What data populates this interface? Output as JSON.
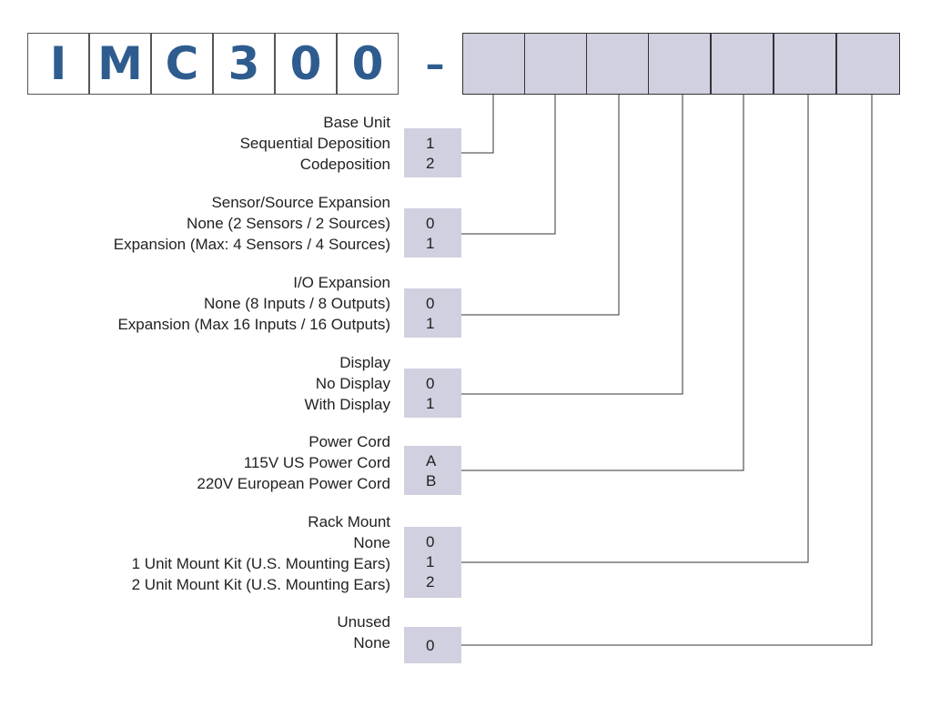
{
  "model": {
    "prefix": [
      "I",
      "M",
      "C",
      "3",
      "0",
      "0"
    ],
    "separator": "–"
  },
  "groups": [
    {
      "title": "Base Unit",
      "options": [
        {
          "label": "Sequential Deposition",
          "code": "1"
        },
        {
          "label": "Codeposition",
          "code": "2"
        }
      ]
    },
    {
      "title": "Sensor/Source Expansion",
      "options": [
        {
          "label": "None (2 Sensors / 2 Sources)",
          "code": "0"
        },
        {
          "label": "Expansion (Max: 4 Sensors / 4 Sources)",
          "code": "1"
        }
      ]
    },
    {
      "title": "I/O Expansion",
      "options": [
        {
          "label": "None (8 Inputs / 8 Outputs)",
          "code": "0"
        },
        {
          "label": "Expansion (Max 16 Inputs / 16 Outputs)",
          "code": "1"
        }
      ]
    },
    {
      "title": "Display",
      "options": [
        {
          "label": "No Display",
          "code": "0"
        },
        {
          "label": "With Display",
          "code": "1"
        }
      ]
    },
    {
      "title": "Power Cord",
      "options": [
        {
          "label": "115V US  Power Cord",
          "code": "A"
        },
        {
          "label": "220V European Power Cord",
          "code": "B"
        }
      ]
    },
    {
      "title": "Rack Mount",
      "options": [
        {
          "label": "None",
          "code": "0"
        },
        {
          "label": "1 Unit Mount Kit (U.S. Mounting Ears)",
          "code": "1"
        },
        {
          "label": "2 Unit Mount Kit (U.S. Mounting Ears)",
          "code": "2"
        }
      ]
    },
    {
      "title": "Unused",
      "options": [
        {
          "label": "None",
          "code": "0"
        }
      ]
    }
  ]
}
